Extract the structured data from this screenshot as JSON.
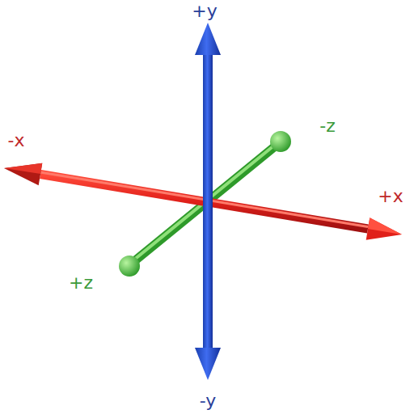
{
  "diagram": {
    "labels": [
      "+y",
      "-x",
      "-z",
      "+x",
      "+z",
      "-y"
    ]
  }
}
